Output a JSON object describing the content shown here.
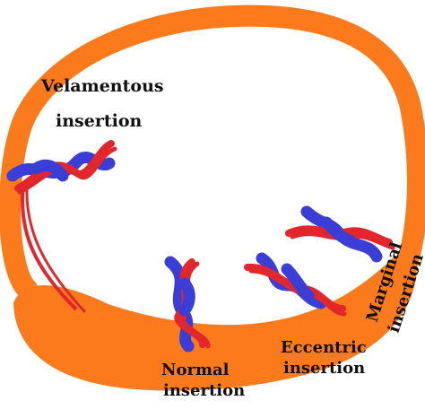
{
  "colors": {
    "placenta": "#fb7b1c",
    "artery": "#e3262b",
    "vein": "#3a3dd6",
    "background": "#ffffff",
    "text": "#111111"
  },
  "labels": {
    "velamentous": [
      "Velamentous",
      "insertion"
    ],
    "normal": [
      "Normal",
      "insertion"
    ],
    "eccentric": [
      "Eccentric",
      "insertion"
    ],
    "marginal": [
      "Marginal",
      "insertion"
    ]
  }
}
